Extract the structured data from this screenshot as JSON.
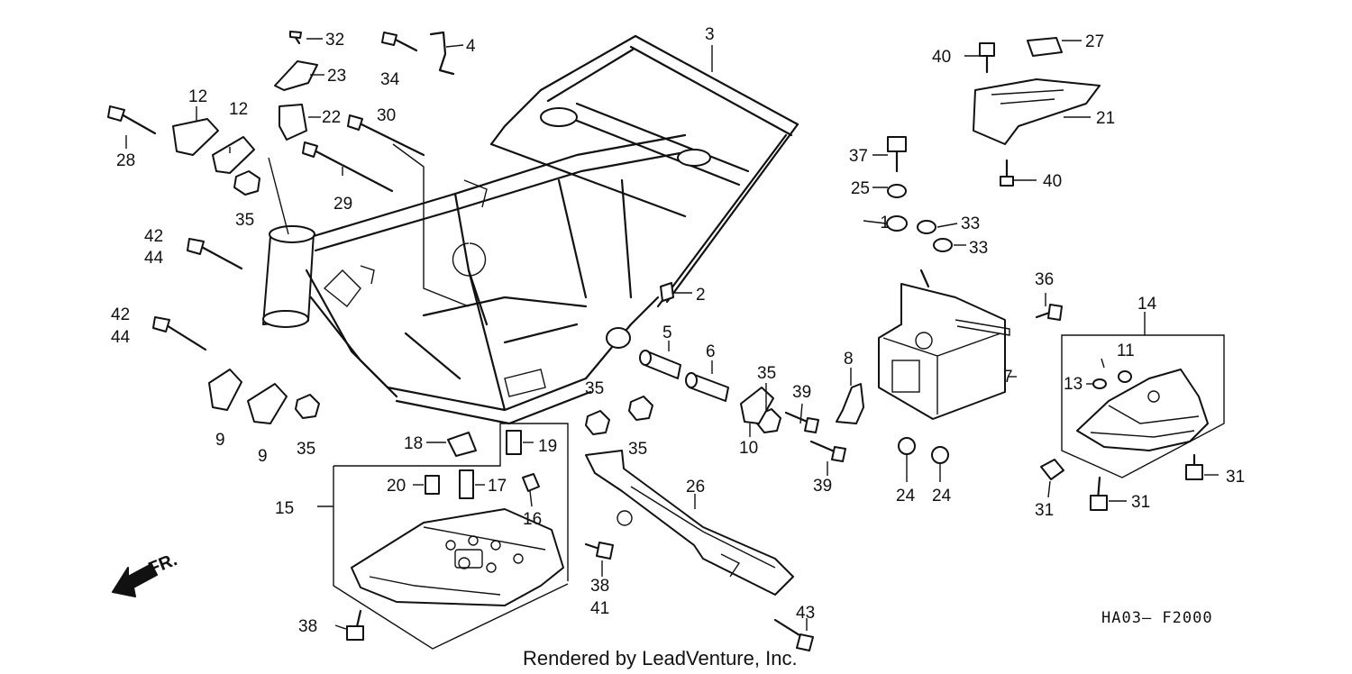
{
  "diagram": {
    "callouts": [
      {
        "id": "c1",
        "text": "1"
      },
      {
        "id": "c2",
        "text": "2"
      },
      {
        "id": "c3",
        "text": "3"
      },
      {
        "id": "c4",
        "text": "4"
      },
      {
        "id": "c5",
        "text": "5"
      },
      {
        "id": "c6",
        "text": "6"
      },
      {
        "id": "c7",
        "text": "7"
      },
      {
        "id": "c8",
        "text": "8"
      },
      {
        "id": "c9a",
        "text": "9"
      },
      {
        "id": "c9b",
        "text": "9"
      },
      {
        "id": "c10",
        "text": "10"
      },
      {
        "id": "c11",
        "text": "11"
      },
      {
        "id": "c12a",
        "text": "12"
      },
      {
        "id": "c12b",
        "text": "12"
      },
      {
        "id": "c13",
        "text": "13"
      },
      {
        "id": "c14",
        "text": "14"
      },
      {
        "id": "c15",
        "text": "15"
      },
      {
        "id": "c16",
        "text": "16"
      },
      {
        "id": "c17",
        "text": "17"
      },
      {
        "id": "c18",
        "text": "18"
      },
      {
        "id": "c19",
        "text": "19"
      },
      {
        "id": "c20",
        "text": "20"
      },
      {
        "id": "c21",
        "text": "21"
      },
      {
        "id": "c22",
        "text": "22"
      },
      {
        "id": "c23",
        "text": "23"
      },
      {
        "id": "c24a",
        "text": "24"
      },
      {
        "id": "c24b",
        "text": "24"
      },
      {
        "id": "c25",
        "text": "25"
      },
      {
        "id": "c26",
        "text": "26"
      },
      {
        "id": "c27",
        "text": "27"
      },
      {
        "id": "c28",
        "text": "28"
      },
      {
        "id": "c29",
        "text": "29"
      },
      {
        "id": "c30",
        "text": "30"
      },
      {
        "id": "c31a",
        "text": "31"
      },
      {
        "id": "c31b",
        "text": "31"
      },
      {
        "id": "c31c",
        "text": "31"
      },
      {
        "id": "c32",
        "text": "32"
      },
      {
        "id": "c33a",
        "text": "33"
      },
      {
        "id": "c33b",
        "text": "33"
      },
      {
        "id": "c34",
        "text": "34"
      },
      {
        "id": "c35a",
        "text": "35"
      },
      {
        "id": "c35b",
        "text": "35"
      },
      {
        "id": "c35c",
        "text": "35"
      },
      {
        "id": "c35d",
        "text": "35"
      },
      {
        "id": "c35e",
        "text": "35"
      },
      {
        "id": "c36",
        "text": "36"
      },
      {
        "id": "c37",
        "text": "37"
      },
      {
        "id": "c38a",
        "text": "38"
      },
      {
        "id": "c38b",
        "text": "38"
      },
      {
        "id": "c39a",
        "text": "39"
      },
      {
        "id": "c39b",
        "text": "39"
      },
      {
        "id": "c40a",
        "text": "40"
      },
      {
        "id": "c40b",
        "text": "40"
      },
      {
        "id": "c41",
        "text": "41"
      },
      {
        "id": "c42a",
        "text": "42"
      },
      {
        "id": "c42b",
        "text": "42"
      },
      {
        "id": "c43",
        "text": "43"
      },
      {
        "id": "c44a",
        "text": "44"
      },
      {
        "id": "c44b",
        "text": "44"
      }
    ],
    "direction_label": "FR.",
    "diagram_code": "HA03— F2000",
    "credit": "Rendered by LeadVenture, Inc."
  }
}
